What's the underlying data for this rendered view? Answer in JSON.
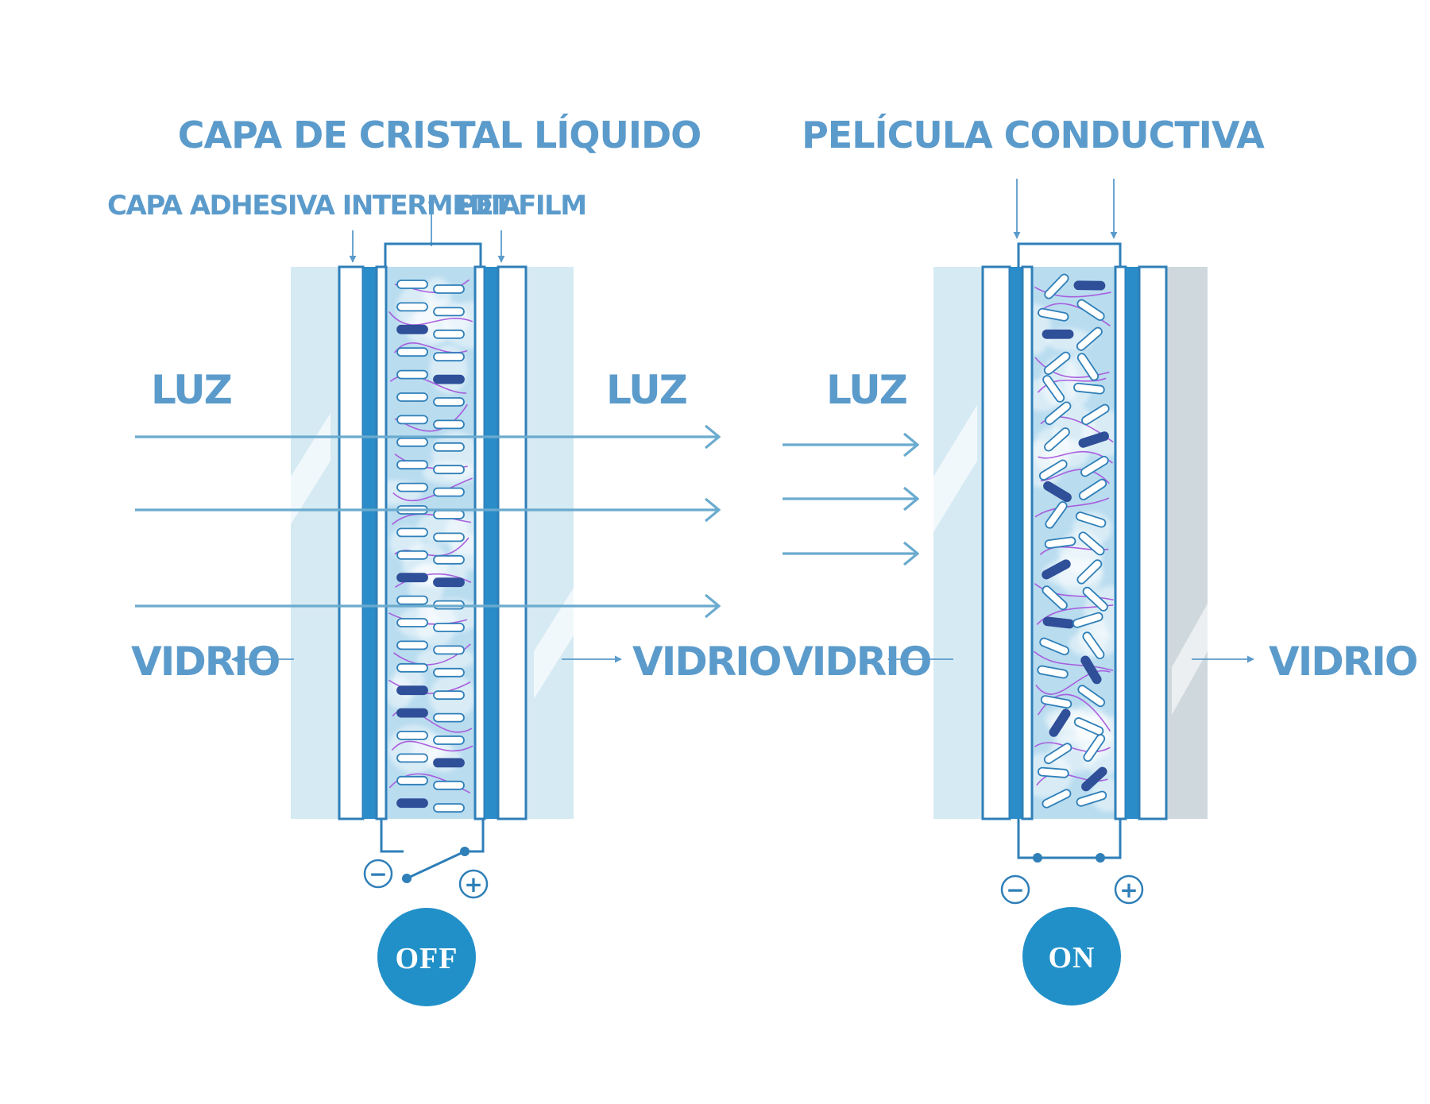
{
  "off_panel": {
    "title": "CAPA DE CRISTAL LÍQUIDO",
    "adhesive_label": "CAPA ADHESIVA INTERMEDIA",
    "pet_label": "PET FILM",
    "light_left_label": "LUZ",
    "light_right_label": "LUZ",
    "glass_left_label": "VIDRIO",
    "glass_right_label": "VIDRIO",
    "minus_symbol": "−",
    "plus_symbol": "+",
    "state_label": "OFF"
  },
  "on_panel": {
    "title": "PELÍCULA CONDUCTIVA",
    "light_label": "LUZ",
    "glass_left_label": "VIDRIO",
    "glass_right_label": "VIDRIO",
    "minus_symbol": "−",
    "plus_symbol": "+",
    "state_label": "ON"
  },
  "colors": {
    "label_blue": "#5b9bcb",
    "glass": "#d6eaf3",
    "glass_grey": "#cfd8dc",
    "conductive": "#2a8cc8",
    "frame": "#2f7fb8",
    "lc_fill": "#b9dcef",
    "dark_molecule": "#2f4f99",
    "polymer": "#a450dc",
    "arrow": "#6aabcf",
    "state_circle": "#2290c8"
  }
}
